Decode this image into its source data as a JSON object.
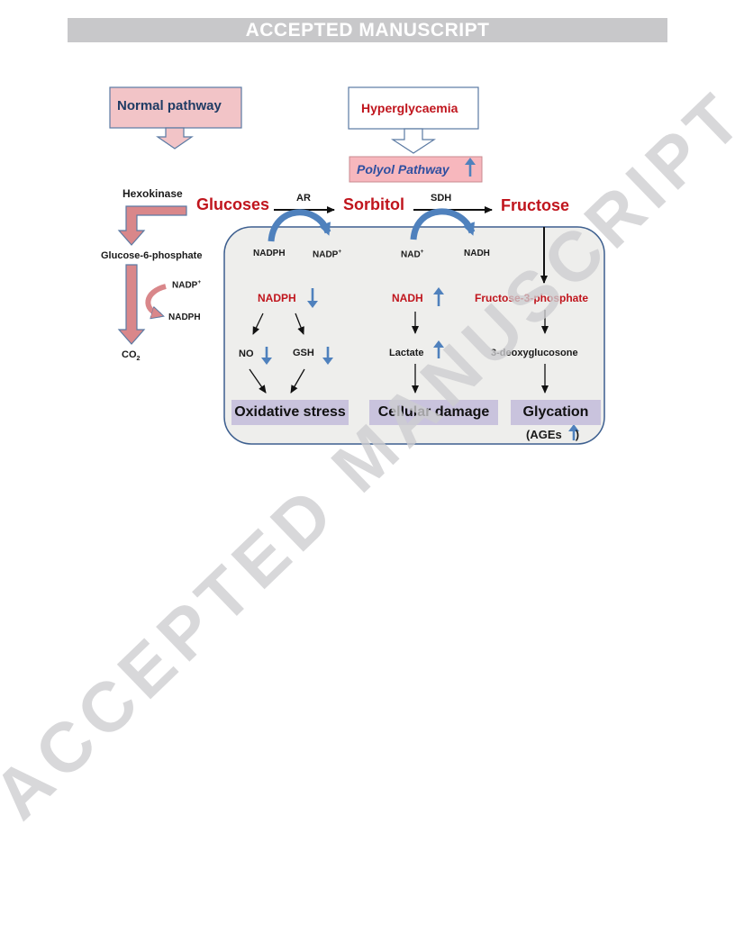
{
  "banner": "ACCEPTED MANUSCRIPT",
  "watermark": "ACCEPTED MANUSCRIPT",
  "diagram": {
    "normal_pathway": "Normal pathway",
    "hyperglycaemia": "Hyperglycaemia",
    "polyol_pathway": "Polyol Pathway",
    "hexokinase": "Hexokinase",
    "glucoses": "Glucoses",
    "sorbitol": "Sorbitol",
    "fructose": "Fructose",
    "ar": "AR",
    "sdh": "SDH",
    "glucose_6_phosphate": "Glucose-6-phosphate",
    "nadp_plus_left": "NADP",
    "nadph_left": "NADPH",
    "co2": "CO",
    "nadph_top": "NADPH",
    "nadp_plus_top": "NADP",
    "nad_plus": "NAD",
    "nadh_top": "NADH",
    "nadph_red": "NADPH",
    "nadh_red": "NADH",
    "fructose_3_phosphate": "Fructose-3-phosphate",
    "no": "NO",
    "gsh": "GSH",
    "lactate": "Lactate",
    "deoxyglucosone": "3-deoxyglucosone",
    "oxidative_stress": "Oxidative stress",
    "cellular_damage": "Cellular damage",
    "glycation": "Glycation",
    "ages": "(AGEs",
    "ages_close": ")",
    "plus": "+",
    "sub2": "2"
  },
  "colors": {
    "banner": "#c8c8ca",
    "box_pink": "#f2c4c7",
    "box_border": "#5b7aa3",
    "arrow_pink": "#d9878a",
    "arrow_blue": "#4f81bd",
    "red_text": "#c0151d",
    "navy_text": "#1f3b64",
    "polyol_bg": "#f7b7bd",
    "outcome_bg": "#c9c3dd",
    "panel_bg": "#eeeeec"
  }
}
